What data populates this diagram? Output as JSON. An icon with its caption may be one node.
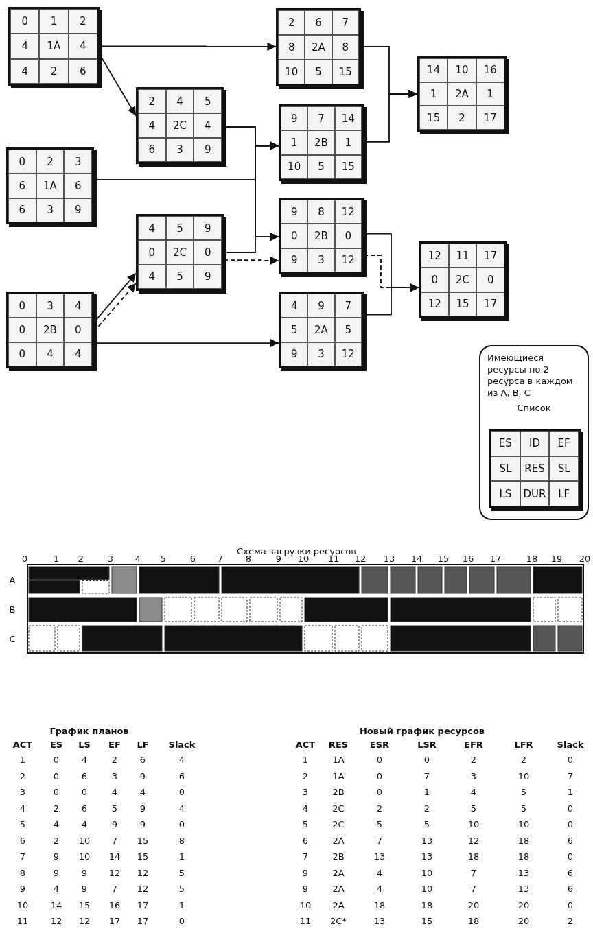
{
  "diagram": {
    "nodes": [
      {
        "text": [
          "0",
          "1",
          "2",
          "4",
          "1A",
          "4",
          "4",
          "2",
          "6"
        ]
      },
      {
        "text": [
          "2",
          "6",
          "7",
          "8",
          "2A",
          "8",
          "10",
          "5",
          "15"
        ]
      },
      {
        "text": [
          "14",
          "10",
          "16",
          "1",
          "2A",
          "1",
          "15",
          "2",
          "17"
        ]
      },
      {
        "text": [
          "2",
          "4",
          "5",
          "4",
          "2C",
          "4",
          "6",
          "3",
          "9"
        ]
      },
      {
        "text": [
          "9",
          "7",
          "14",
          "1",
          "2B",
          "1",
          "10",
          "5",
          "15"
        ]
      },
      {
        "text": [
          "0",
          "2",
          "3",
          "6",
          "1A",
          "6",
          "6",
          "3",
          "9"
        ]
      },
      {
        "text": [
          "9",
          "8",
          "12",
          "0",
          "2B",
          "0",
          "9",
          "3",
          "12"
        ]
      },
      {
        "text": [
          "4",
          "5",
          "9",
          "0",
          "2C",
          "0",
          "4",
          "5",
          "9"
        ]
      },
      {
        "text": [
          "12",
          "11",
          "17",
          "0",
          "2C",
          "0",
          "12",
          "15",
          "17"
        ]
      },
      {
        "text": [
          "0",
          "3",
          "4",
          "0",
          "2B",
          "0",
          "0",
          "4",
          "4"
        ]
      },
      {
        "text": [
          "4",
          "9",
          "7",
          "5",
          "2A",
          "5",
          "9",
          "3",
          "12"
        ]
      },
      {
        "text": [
          "Имеющиеся ресурсы по 2 ресурса в каждом из A, B, C",
          "Список"
        ]
      },
      {
        "text": [
          "ES",
          "ID",
          "EF",
          "SL",
          "RES",
          "SL",
          "LS",
          "DUR",
          "LF"
        ],
        "in": 11
      }
    ],
    "edges": [
      {
        "from": 0,
        "to": 1,
        "arrow": "to"
      },
      {
        "from": 0,
        "to": 3,
        "arrow": "to"
      },
      {
        "from": 1,
        "to": 2,
        "arrow": "to"
      },
      {
        "from": 4,
        "to": 2,
        "arrow": "to"
      },
      {
        "from": 3,
        "to": 4,
        "arrow": "to"
      },
      {
        "from": 3,
        "to": 6,
        "arrow": "to"
      },
      {
        "from": 5,
        "to": 4,
        "arrow": "to"
      },
      {
        "from": 5,
        "to": 6,
        "arrow": "to"
      },
      {
        "from": 7,
        "to": 4,
        "arrow": "to"
      },
      {
        "from": 7,
        "to": 6,
        "arrow": "to",
        "style": "dashed"
      },
      {
        "from": 9,
        "to": 7,
        "arrow": "to"
      },
      {
        "from": 9,
        "to": 7,
        "arrow": "to",
        "style": "dashed"
      },
      {
        "from": 9,
        "to": 10,
        "arrow": "to"
      },
      {
        "from": 6,
        "to": 8,
        "arrow": "to"
      },
      {
        "from": 6,
        "to": 8,
        "arrow": "to",
        "style": "dashed"
      },
      {
        "from": 10,
        "to": 8,
        "arrow": "to"
      }
    ],
    "labels": [
      "Схема загрузки ресурсов",
      "0",
      "1",
      "2",
      "3",
      "4",
      "5",
      "6",
      "7",
      "8",
      "9",
      "10",
      "11",
      "12",
      "13",
      "14",
      "15",
      "16",
      "17",
      "18",
      "19",
      "20",
      "A",
      "B",
      "C",
      "График планов",
      "ACT",
      "ES",
      "LS",
      "EF",
      "LF",
      "Slack",
      "1",
      "0",
      "4",
      "2",
      "6",
      "4",
      "2",
      "0",
      "6",
      "3",
      "9",
      "6",
      "3",
      "0",
      "0",
      "4",
      "4",
      "0",
      "4",
      "2",
      "6",
      "5",
      "9",
      "4",
      "5",
      "4",
      "4",
      "9",
      "9",
      "0",
      "6",
      "2",
      "10",
      "7",
      "15",
      "8",
      "7",
      "9",
      "10",
      "14",
      "15",
      "1",
      "8",
      "9",
      "9",
      "12",
      "12",
      "5",
      "9",
      "4",
      "9",
      "7",
      "12",
      "5",
      "10",
      "14",
      "15",
      "16",
      "17",
      "1",
      "11",
      "12",
      "12",
      "17",
      "17",
      "0",
      "Новый график ресурсов",
      "ACT",
      "RES",
      "ESR",
      "LSR",
      "EFR",
      "LFR",
      "Slack",
      "1",
      "1A",
      "0",
      "0",
      "2",
      "2",
      "0",
      "2",
      "1A",
      "0",
      "7",
      "3",
      "10",
      "7",
      "3",
      "2B",
      "0",
      "1",
      "4",
      "5",
      "1",
      "4",
      "2C",
      "2",
      "2",
      "5",
      "5",
      "0",
      "5",
      "2C",
      "5",
      "5",
      "10",
      "10",
      "0",
      "6",
      "2A",
      "7",
      "13",
      "12",
      "18",
      "6",
      "7",
      "2B",
      "13",
      "13",
      "18",
      "18",
      "0",
      "9",
      "2A",
      "4",
      "10",
      "7",
      "13",
      "6",
      "9",
      "2A",
      "4",
      "10",
      "7",
      "13",
      "6",
      "10",
      "2A",
      "18",
      "18",
      "20",
      "20",
      "0",
      "11",
      "2C*",
      "13",
      "15",
      "18",
      "20",
      "2"
    ]
  }
}
